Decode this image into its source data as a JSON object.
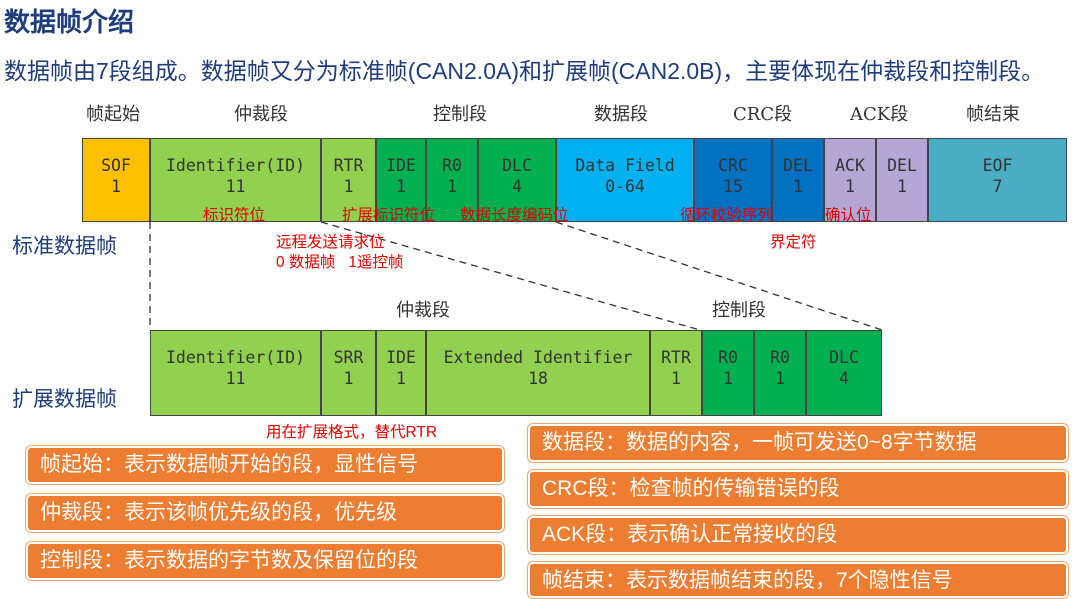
{
  "title": "数据帧介绍",
  "intro": "数据帧由7段组成。数据帧又分为标准帧(CAN2.0A)和扩展帧(CAN2.0B)，主要体现在仲裁段和控制段。",
  "colors": {
    "yellow": "#ffc000",
    "light_green": "#92d050",
    "green": "#00b050",
    "light_blue": "#00b0f0",
    "blue": "#0070c0",
    "purple": "#b4a7d6",
    "teal": "#4bacc6",
    "orange": "#ed7d31",
    "red_annotation": "#e00000",
    "text_blue": "#1f3d7a"
  },
  "standard_frame": {
    "row_label": "标准数据帧",
    "segment_labels": [
      "帧起始",
      "仲裁段",
      "控制段",
      "数据段",
      "CRC段",
      "ACK段",
      "帧结束"
    ],
    "fields": [
      {
        "name": "SOF",
        "bits": "1",
        "color": "yellow"
      },
      {
        "name": "Identifier(ID)",
        "bits": "11",
        "color": "light_green"
      },
      {
        "name": "RTR",
        "bits": "1",
        "color": "light_green"
      },
      {
        "name": "IDE",
        "bits": "1",
        "color": "green"
      },
      {
        "name": "R0",
        "bits": "1",
        "color": "green"
      },
      {
        "name": "DLC",
        "bits": "4",
        "color": "green"
      },
      {
        "name": "Data Field",
        "bits": "0-64",
        "color": "light_blue"
      },
      {
        "name": "CRC",
        "bits": "15",
        "color": "blue"
      },
      {
        "name": "DEL",
        "bits": "1",
        "color": "blue"
      },
      {
        "name": "ACK",
        "bits": "1",
        "color": "purple"
      },
      {
        "name": "DEL",
        "bits": "1",
        "color": "purple"
      },
      {
        "name": "EOF",
        "bits": "7",
        "color": "teal"
      }
    ],
    "annotations": [
      "标识符位",
      "扩展标识符位",
      "数据长度编码位",
      "循环校验序列",
      "确认位",
      "远程发送请求位",
      "0 数据帧   1遥控帧",
      "界定符"
    ]
  },
  "extended_frame": {
    "row_label": "扩展数据帧",
    "segment_labels": [
      "仲裁段",
      "控制段"
    ],
    "fields": [
      {
        "name": "Identifier(ID)",
        "bits": "11",
        "color": "light_green"
      },
      {
        "name": "SRR",
        "bits": "1",
        "color": "light_green"
      },
      {
        "name": "IDE",
        "bits": "1",
        "color": "light_green"
      },
      {
        "name": "Extended Identifier",
        "bits": "18",
        "color": "light_green"
      },
      {
        "name": "RTR",
        "bits": "1",
        "color": "light_green"
      },
      {
        "name": "R0",
        "bits": "1",
        "color": "green"
      },
      {
        "name": "R0",
        "bits": "1",
        "color": "green"
      },
      {
        "name": "DLC",
        "bits": "4",
        "color": "green"
      }
    ],
    "annotation": "用在扩展格式，替代RTR"
  },
  "notes_left": [
    "帧起始：表示数据帧开始的段，显性信号",
    "仲裁段：表示该帧优先级的段，优先级",
    "控制段：表示数据的字节数及保留位的段"
  ],
  "notes_right": [
    "数据段：数据的内容，一帧可发送0~8字节数据",
    "CRC段：检查帧的传输错误的段",
    "ACK段：表示确认正常接收的段",
    "帧结束：表示数据帧结束的段，7个隐性信号"
  ]
}
